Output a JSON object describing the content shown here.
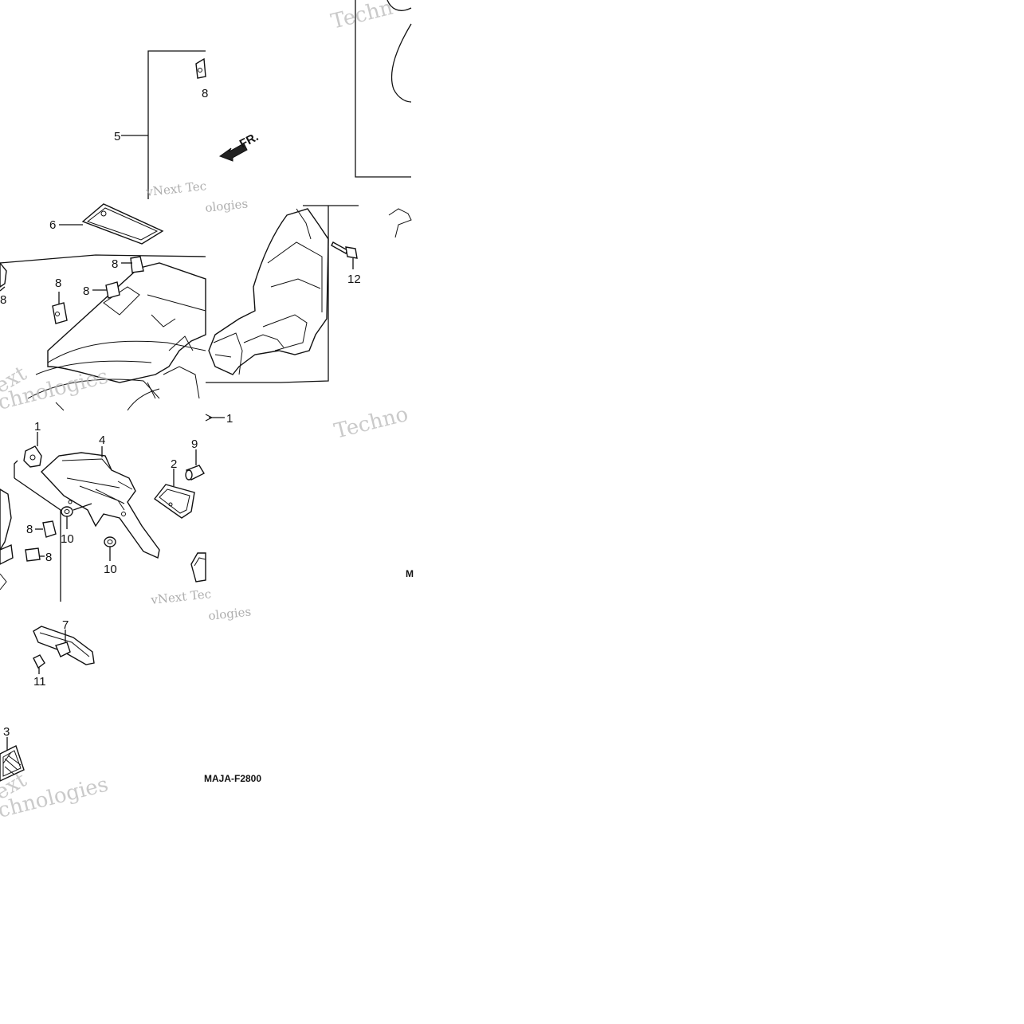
{
  "diagram": {
    "part_code": "MAJA-F2800",
    "direction_marker": "FR.",
    "part_labels": {
      "p1_top": "1",
      "p1_left": "1",
      "p2": "2",
      "p3": "3",
      "p4": "4",
      "p5": "5",
      "p6": "6",
      "p7": "7",
      "p8_a": "8",
      "p8_b": "8",
      "p8_c": "8",
      "p8_d": "8",
      "p8_e": "8",
      "p8_f": "8",
      "p8_g": "8",
      "p9": "9",
      "p10_a": "10",
      "p10_b": "10",
      "p11": "11",
      "p12": "12"
    },
    "watermarks": {
      "vnext_1": "vNext Tec",
      "ologies_1": "ologies",
      "vnext_2": "vNext Tec",
      "ologies_2": "ologies",
      "techno_top": "Techn",
      "techno_mid": "Techno",
      "ext_1": "ext",
      "chnologies_1": "chnologies",
      "ext_2": "ext",
      "chnologies_2": "chnologies"
    },
    "stray_mark": "M"
  }
}
